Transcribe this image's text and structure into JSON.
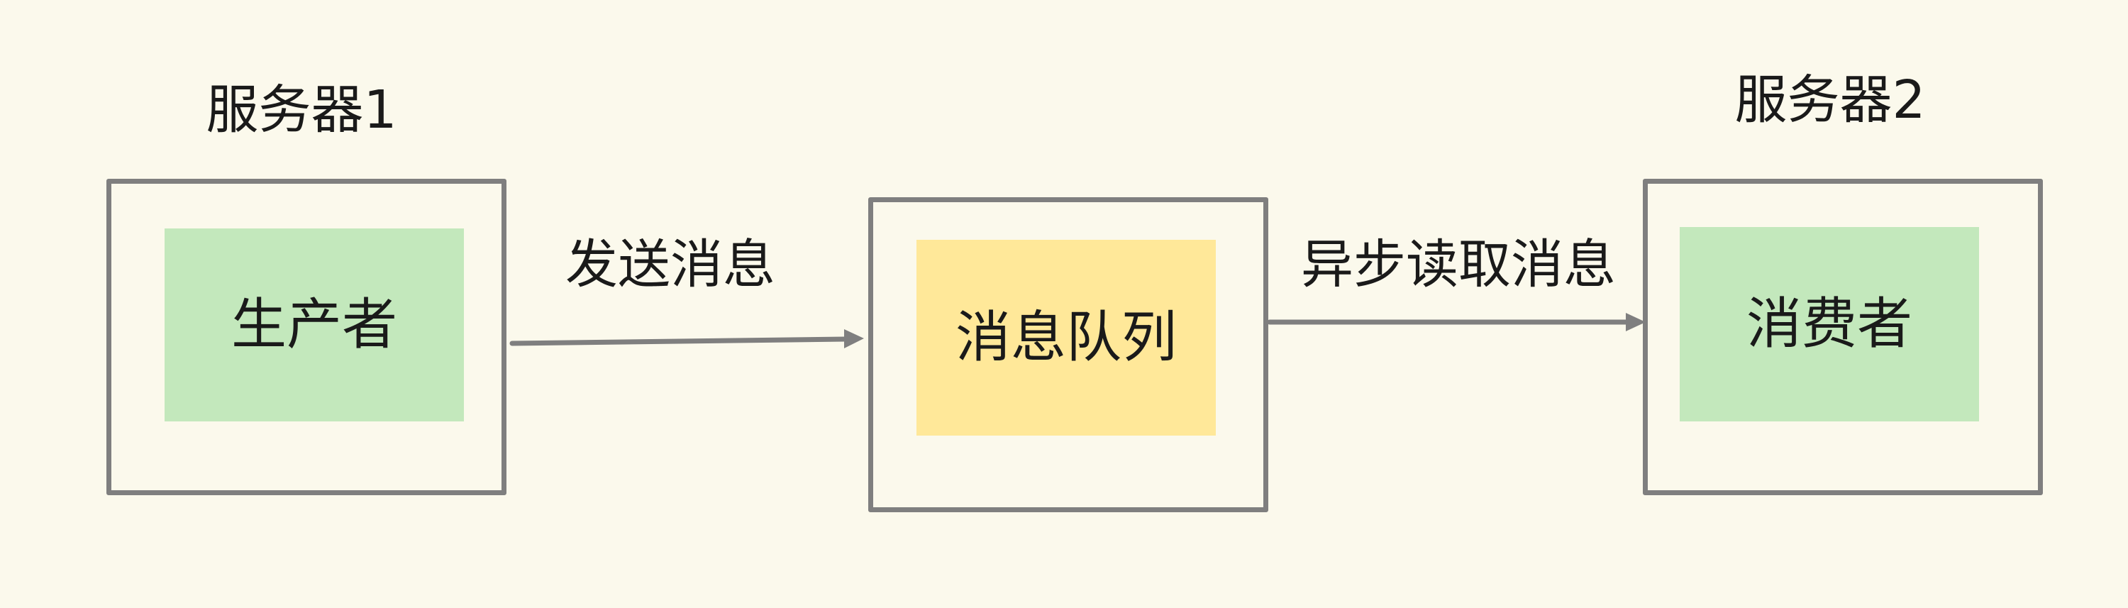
{
  "servers": {
    "server1": {
      "label": "服务器1"
    },
    "server2": {
      "label": "服务器2"
    }
  },
  "nodes": {
    "producer": {
      "label": "生产者",
      "fill": "#c3e8bc"
    },
    "queue": {
      "label": "消息队列",
      "fill": "#ffe899"
    },
    "consumer": {
      "label": "消费者",
      "fill": "#c3e8bc"
    }
  },
  "edges": {
    "send": {
      "label": "发送消息"
    },
    "async_read": {
      "label": "异步读取消息"
    }
  },
  "colors": {
    "background": "#fbf9ec",
    "frame": "#7f7f7f",
    "text": "#1a1a1a"
  }
}
